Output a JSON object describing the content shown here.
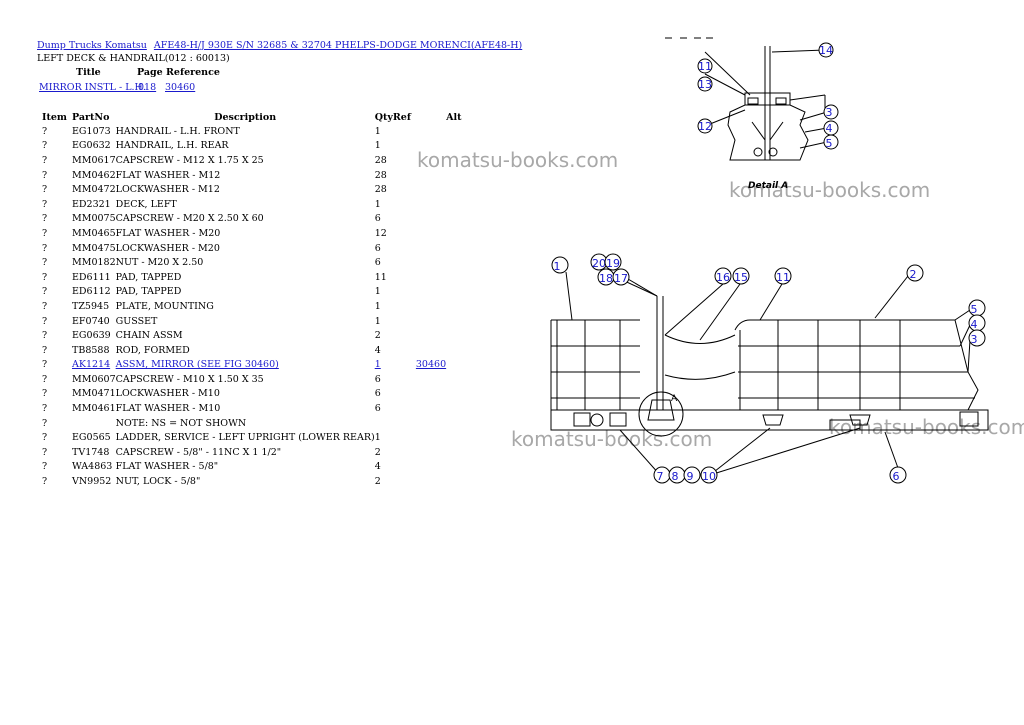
{
  "breadcrumb": {
    "category": "Dump Trucks Komatsu",
    "model": "AFE48-H/J 930E S/N 32685 & 32704 PHELPS-DODGE MORENCI(AFE48-H)"
  },
  "page_title": "LEFT DECK & HANDRAIL(012 : 60013)",
  "ref_header": {
    "title": "Title",
    "page_reference": "Page Reference"
  },
  "ref_row": {
    "title": "MIRROR INSTL - L.H.",
    "page": "018",
    "ref": "30460"
  },
  "table": {
    "headers": {
      "item": "Item",
      "part_no": "PartNo",
      "description": "Description",
      "qty": "Qty",
      "ref": "Ref",
      "alt": "Alt"
    },
    "rows": [
      {
        "item": "?",
        "part_no": "EG1073",
        "description": "HANDRAIL - L.H. FRONT",
        "qty": "1",
        "ref": "",
        "alt": "",
        "link": false
      },
      {
        "item": "?",
        "part_no": "EG0632",
        "description": "HANDRAIL, L.H. REAR",
        "qty": "1",
        "ref": "",
        "alt": "",
        "link": false
      },
      {
        "item": "?",
        "part_no": "MM0617",
        "description": "CAPSCREW - M12 X 1.75 X 25",
        "qty": "28",
        "ref": "",
        "alt": "",
        "link": false
      },
      {
        "item": "?",
        "part_no": "MM0462",
        "description": "FLAT WASHER - M12",
        "qty": "28",
        "ref": "",
        "alt": "",
        "link": false
      },
      {
        "item": "?",
        "part_no": "MM0472",
        "description": "LOCKWASHER - M12",
        "qty": "28",
        "ref": "",
        "alt": "",
        "link": false
      },
      {
        "item": "?",
        "part_no": "ED2321",
        "description": "DECK, LEFT",
        "qty": "1",
        "ref": "",
        "alt": "",
        "link": false
      },
      {
        "item": "?",
        "part_no": "MM0075",
        "description": "CAPSCREW - M20 X 2.50 X 60",
        "qty": "6",
        "ref": "",
        "alt": "",
        "link": false
      },
      {
        "item": "?",
        "part_no": "MM0465",
        "description": "FLAT WASHER - M20",
        "qty": "12",
        "ref": "",
        "alt": "",
        "link": false
      },
      {
        "item": "?",
        "part_no": "MM0475",
        "description": "LOCKWASHER - M20",
        "qty": "6",
        "ref": "",
        "alt": "",
        "link": false
      },
      {
        "item": "?",
        "part_no": "MM0182",
        "description": "NUT - M20 X 2.50",
        "qty": "6",
        "ref": "",
        "alt": "",
        "link": false
      },
      {
        "item": "?",
        "part_no": "ED6111",
        "description": "PAD, TAPPED",
        "qty": "11",
        "ref": "",
        "alt": "",
        "link": false
      },
      {
        "item": "?",
        "part_no": "ED6112",
        "description": "PAD, TAPPED",
        "qty": "1",
        "ref": "",
        "alt": "",
        "link": false
      },
      {
        "item": "?",
        "part_no": "TZ5945",
        "description": "PLATE, MOUNTING",
        "qty": "1",
        "ref": "",
        "alt": "",
        "link": false
      },
      {
        "item": "?",
        "part_no": "EF0740",
        "description": "GUSSET",
        "qty": "1",
        "ref": "",
        "alt": "",
        "link": false
      },
      {
        "item": "?",
        "part_no": "EG0639",
        "description": "CHAIN ASSM",
        "qty": "2",
        "ref": "",
        "alt": "",
        "link": false
      },
      {
        "item": "?",
        "part_no": "TB8588",
        "description": "ROD, FORMED",
        "qty": "4",
        "ref": "",
        "alt": "",
        "link": false
      },
      {
        "item": "?",
        "part_no": "AK1214",
        "description": "ASSM, MIRROR (SEE FIG 30460)",
        "qty": "1",
        "ref": "30460",
        "alt": "",
        "link": true
      },
      {
        "item": "?",
        "part_no": "MM0607",
        "description": "CAPSCREW - M10 X 1.50 X 35",
        "qty": "6",
        "ref": "",
        "alt": "",
        "link": false
      },
      {
        "item": "?",
        "part_no": "MM0471",
        "description": "LOCKWASHER - M10",
        "qty": "6",
        "ref": "",
        "alt": "",
        "link": false
      },
      {
        "item": "?",
        "part_no": "MM0461",
        "description": "FLAT WASHER - M10",
        "qty": "6",
        "ref": "",
        "alt": "",
        "link": false
      },
      {
        "item": "?",
        "part_no": "",
        "description": "NOTE: NS = NOT SHOWN",
        "qty": "",
        "ref": "",
        "alt": "",
        "link": false
      },
      {
        "item": "?",
        "part_no": "EG0565",
        "description": "LADDER, SERVICE - LEFT UPRIGHT (LOWER REAR)",
        "qty": "1",
        "ref": "",
        "alt": "",
        "link": false
      },
      {
        "item": "?",
        "part_no": "TV1748",
        "description": "CAPSCREW - 5/8\" - 11NC X 1 1/2\"",
        "qty": "2",
        "ref": "",
        "alt": "",
        "link": false
      },
      {
        "item": "?",
        "part_no": "WA4863",
        "description": "FLAT WASHER - 5/8\"",
        "qty": "4",
        "ref": "",
        "alt": "",
        "link": false
      },
      {
        "item": "?",
        "part_no": "VN9952",
        "description": "NUT, LOCK - 5/8\"",
        "qty": "2",
        "ref": "",
        "alt": "",
        "link": false
      }
    ]
  },
  "watermark": "komatsu-books.com",
  "diagram": {
    "detail_caption": "Detail A",
    "detail_marker": "A",
    "detail_callouts": [
      "14",
      "11",
      "13",
      "12",
      "3",
      "4",
      "5"
    ],
    "main_callouts": [
      "1",
      "20",
      "19",
      "18",
      "17",
      "16",
      "15",
      "11",
      "2",
      "5",
      "4",
      "3",
      "7",
      "8",
      "9",
      "10",
      "6"
    ]
  },
  "colors": {
    "link": "#1a1acc",
    "watermark": "#a8a8a8",
    "callout": "#1a1acc"
  }
}
